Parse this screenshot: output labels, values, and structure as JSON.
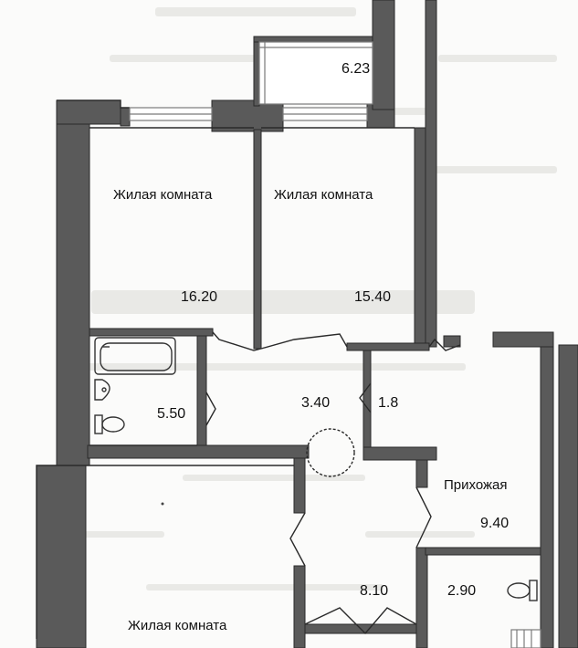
{
  "rooms": [
    {
      "id": "balcony",
      "area": "6.23"
    },
    {
      "id": "living_left",
      "name": "Жилая комната",
      "area": "16.20"
    },
    {
      "id": "living_right",
      "name": "Жилая комната",
      "area": "15.40"
    },
    {
      "id": "bathroom",
      "area": "5.50"
    },
    {
      "id": "corridor",
      "area": "3.40"
    },
    {
      "id": "closet",
      "area": "1.8"
    },
    {
      "id": "hallway",
      "name": "Прихожая",
      "area": "9.40"
    },
    {
      "id": "passage",
      "area": "8.10"
    },
    {
      "id": "toilet",
      "area": "2.90"
    },
    {
      "id": "living_bottom",
      "name": "Жилая комната"
    }
  ],
  "colors": {
    "wall": "#5a5a5a",
    "wall_line": "#2a2a2a",
    "paper": "#fbfbfa",
    "fixture": "#333333",
    "window": "#7a7a7a"
  }
}
